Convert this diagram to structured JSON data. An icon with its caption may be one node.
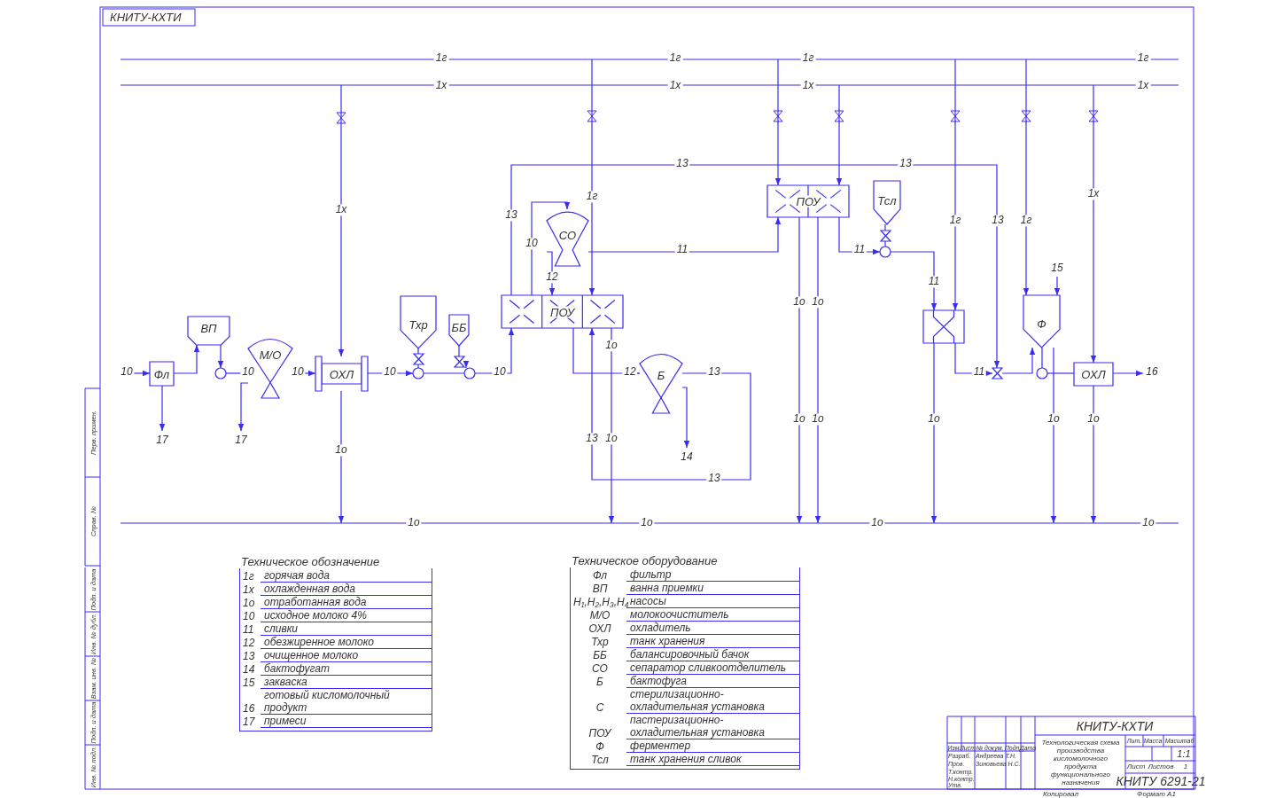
{
  "diagram": {
    "nodes": [
      {
        "text": [
          "Фл"
        ]
      },
      {
        "text": [
          "ВП"
        ]
      },
      {
        "text": [],
        "shape": "circle"
      },
      {
        "text": [
          "М/О"
        ]
      },
      {
        "text": [
          "ОХЛ"
        ]
      },
      {
        "text": [
          "Тхр"
        ]
      },
      {
        "text": [],
        "shape": "circle"
      },
      {
        "text": [
          "ББ"
        ]
      },
      {
        "text": [],
        "shape": "circle"
      },
      {
        "text": [
          "ПОУ"
        ]
      },
      {
        "text": [
          "СО"
        ]
      },
      {
        "text": [
          "Б"
        ]
      },
      {
        "text": [
          "ПОУ"
        ]
      },
      {
        "text": [
          "Тсл"
        ]
      },
      {
        "text": [],
        "shape": "circle"
      },
      {
        "text": [],
        "shape": "box"
      },
      {
        "text": [],
        "shape": "valve"
      },
      {
        "text": [
          "Ф"
        ]
      },
      {
        "text": [],
        "shape": "circle"
      },
      {
        "text": [
          "ОХЛ"
        ]
      },
      {
        "text": [],
        "shape": "valve"
      },
      {
        "text": [],
        "shape": "valve"
      },
      {
        "text": [],
        "shape": "valve"
      }
    ],
    "edges": [
      {
        "from": null,
        "to": 0,
        "arrow": "to",
        "label": "10"
      },
      {
        "from": 0,
        "to": 1,
        "arrow": "to"
      },
      {
        "from": 0,
        "to": null,
        "arrow": "to",
        "label": "17"
      },
      {
        "from": 1,
        "to": 2,
        "arrow": "to"
      },
      {
        "from": 2,
        "to": 3,
        "arrow": "to",
        "label": "10"
      },
      {
        "from": 3,
        "to": null,
        "arrow": "to",
        "label": "17"
      },
      {
        "from": 3,
        "to": 4,
        "arrow": "to",
        "label": "10"
      },
      {
        "from": null,
        "to": 4,
        "arrow": "to",
        "label": "1х"
      },
      {
        "from": 4,
        "to": null,
        "arrow": "to",
        "label": "1о"
      },
      {
        "from": 4,
        "to": 6,
        "arrow": "to",
        "label": "10"
      },
      {
        "from": 5,
        "to": 20,
        "arrow": "none"
      },
      {
        "from": 6,
        "to": 8,
        "arrow": "none"
      },
      {
        "from": 7,
        "to": 21,
        "arrow": "none"
      },
      {
        "from": 8,
        "to": 9,
        "arrow": "to",
        "label": "10"
      },
      {
        "from": 9,
        "to": 10,
        "arrow": "to",
        "label": "10"
      },
      {
        "from": 10,
        "to": 9,
        "arrow": "to",
        "label": "12"
      },
      {
        "from": null,
        "to": 9,
        "arrow": "to",
        "label": "1г"
      },
      {
        "from": 9,
        "to": null,
        "arrow": "to",
        "label": "1о"
      },
      {
        "from": 9,
        "to": 11,
        "arrow": "to",
        "label": "12"
      },
      {
        "from": 11,
        "to": null,
        "arrow": "to",
        "label": "14"
      },
      {
        "from": 11,
        "to": 9,
        "arrow": "to",
        "label": "13"
      },
      {
        "from": 9,
        "to": 16,
        "arrow": "to",
        "label": "13"
      },
      {
        "from": 10,
        "to": 12,
        "arrow": "to",
        "label": "11"
      },
      {
        "from": null,
        "to": 12,
        "arrow": "to"
      },
      {
        "from": null,
        "to": 12,
        "arrow": "to"
      },
      {
        "from": 12,
        "to": null,
        "arrow": "to",
        "label": "1о"
      },
      {
        "from": 12,
        "to": null,
        "arrow": "to",
        "label": "1о"
      },
      {
        "from": 12,
        "to": 14,
        "arrow": "to",
        "label": "11"
      },
      {
        "from": 13,
        "to": 22,
        "arrow": "none"
      },
      {
        "from": 14,
        "to": 15,
        "arrow": "to",
        "label": "11"
      },
      {
        "from": null,
        "to": 15,
        "arrow": "to",
        "label": "1г"
      },
      {
        "from": 15,
        "to": null,
        "arrow": "to",
        "label": "1о"
      },
      {
        "from": 15,
        "to": 16,
        "arrow": "to",
        "label": "11"
      },
      {
        "from": 16,
        "to": 17,
        "arrow": "to"
      },
      {
        "from": null,
        "to": 17,
        "arrow": "to",
        "label": "1г"
      },
      {
        "from": null,
        "to": 17,
        "arrow": "to",
        "label": "15"
      },
      {
        "from": 17,
        "to": null,
        "arrow": "to",
        "label": "1о"
      },
      {
        "from": 17,
        "to": 18,
        "arrow": "none"
      },
      {
        "from": 18,
        "to": 19,
        "arrow": "none"
      },
      {
        "from": null,
        "to": 19,
        "arrow": "to",
        "label": "1х"
      },
      {
        "from": 19,
        "to": null,
        "arrow": "to",
        "label": "1о"
      },
      {
        "from": 19,
        "to": null,
        "arrow": "to",
        "label": "16"
      },
      {
        "from": 20,
        "to": 6,
        "arrow": "none"
      },
      {
        "from": 21,
        "to": 8,
        "arrow": "to"
      },
      {
        "from": 22,
        "to": 14,
        "arrow": "none"
      }
    ],
    "labels": [
      "КНИТУ-КХТИ",
      "1г",
      "1г",
      "1г",
      "1г",
      "1х",
      "1х",
      "1х",
      "1х",
      "13",
      "13",
      "13",
      "1о",
      "1о",
      "13",
      "1о",
      "13",
      "1о",
      "1о",
      "1о",
      "1о",
      "Техническое обозначение",
      "1г",
      "горячая вода",
      "1х",
      "охлажденная вода",
      "1о",
      "отработанная вода",
      "10",
      "исходное молоко 4%",
      "11",
      "сливки",
      "12",
      "обезжиренное молоко",
      "13",
      "очищенное молоко",
      "14",
      "бактофугат",
      "15",
      "закваска",
      "16",
      "готовый кисломолочный продукт",
      "17",
      "примеси",
      "Техническое оборудование",
      "Фл",
      "фильтр",
      "ВП",
      "ванна приемки",
      "Н₁,Н₂,Н₃,Н₄",
      "насосы",
      "М/О",
      "молокоочиститель",
      "ОХЛ",
      "охладитель",
      "Тхр",
      "танк хранения",
      "ББ",
      "балансировочный бачок",
      "СО",
      "сепаратор сливкоотделитель",
      "Б",
      "бактофуга",
      "С",
      "стерилизационно-охладительная установка",
      "ПОУ",
      "пастеризационно-охладительная установка",
      "Ф",
      "ферментер",
      "Тсл",
      "танк хранения сливок",
      "Перв. примен.",
      "Справ. №",
      "Подп. и дата",
      "Инв. № дубл.",
      "Взам. инв. №",
      "Подп. и дата",
      "Инв. № подл.",
      "КНИТУ-КХТИ",
      "Изм.",
      "Лист",
      "№ докум.",
      "Подп.",
      "Дата",
      "Разраб.",
      "Андреева Т.Н.",
      "Пров.",
      "Зиновьева Н.С.",
      "Т.контр.",
      "Н.контр.",
      "Утв.",
      "Технологическая схема производства кисломолочного продукта функционального назначения",
      "Лит.",
      "Масса",
      "Масштаб",
      "1:1",
      "Лист",
      "Листов",
      "1",
      "КНИТУ 6291-21",
      "Копировал",
      "Формат А1"
    ]
  }
}
